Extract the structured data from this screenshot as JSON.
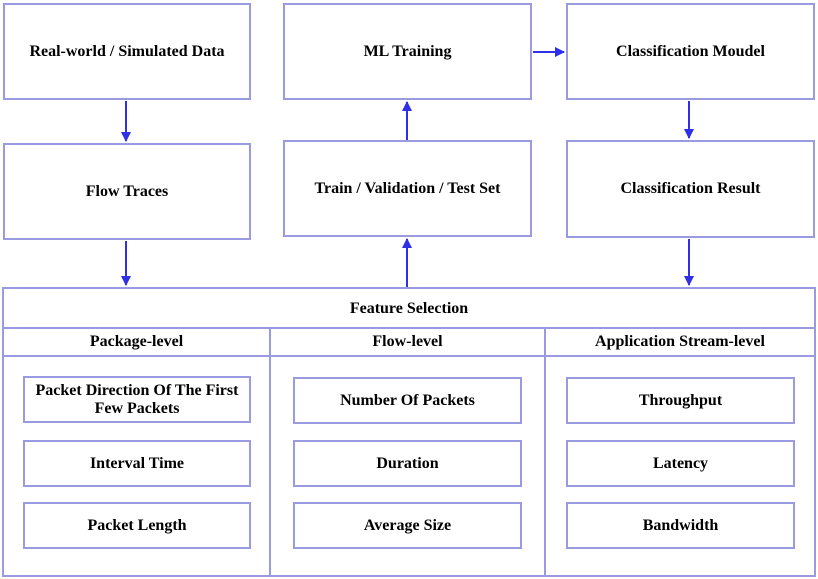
{
  "colors": {
    "box_border": "#9a9ae0",
    "arrow": "#2f2fe8",
    "text": "#000000"
  },
  "top_boxes": {
    "data": "Real-world / Simulated Data",
    "ml_training": "ML Training",
    "model": "Classification Moudel",
    "flow_traces": "Flow Traces",
    "sets": "Train / Validation / Test Set",
    "result": "Classification Result"
  },
  "feature_selection": {
    "title": "Feature Selection",
    "columns": [
      {
        "header": "Package-level",
        "items": [
          "Packet Direction Of The First Few Packets",
          "Interval Time",
          "Packet Length"
        ]
      },
      {
        "header": "Flow-level",
        "items": [
          "Number Of Packets",
          "Duration",
          "Average Size"
        ]
      },
      {
        "header": "Application Stream-level",
        "items": [
          "Throughput",
          "Latency",
          "Bandwidth"
        ]
      }
    ]
  }
}
